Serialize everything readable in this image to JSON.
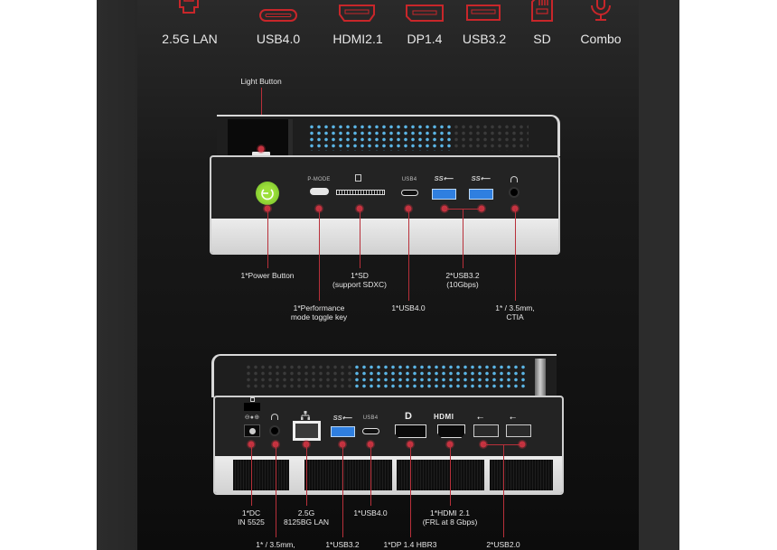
{
  "legend": {
    "items": [
      {
        "label": "2.5G LAN",
        "icon": "ethernet-port-icon"
      },
      {
        "label": "USB4.0",
        "icon": "usb-c-port-icon"
      },
      {
        "label": "HDMI2.1",
        "icon": "hdmi-port-icon"
      },
      {
        "label": "DP1.4",
        "icon": "displayport-icon"
      },
      {
        "label": "USB3.2",
        "icon": "usb-a-port-icon"
      },
      {
        "label": "SD",
        "icon": "sd-card-icon"
      },
      {
        "label": "Combo",
        "icon": "microphone-icon"
      }
    ],
    "accent_color": "#c8262a"
  },
  "front": {
    "light_button_label": "Light Button",
    "port_markings": {
      "pmode": "P-MODE",
      "usb4": "USB4",
      "ss1": "SS⟵",
      "ss2": "SS⟵"
    },
    "annotations": {
      "power": "1*Power Button",
      "performance_1": "1*Performance",
      "performance_2": "mode toggle key",
      "sd_1": "1*SD",
      "sd_2": "(support SDXC)",
      "usb4": "1*USB4.0",
      "usb32_1": "2*USB3.2",
      "usb32_2": "(10Gbps)",
      "audio_1": "1* / 3.5mm,",
      "audio_2": "CTIA"
    }
  },
  "rear": {
    "port_markings": {
      "dc": "⊖●⊕",
      "ss": "SS⟵",
      "usb4": "USB4",
      "dp": "D",
      "hdmi": "HDMI"
    },
    "annotations": {
      "dc_1": "1*DC",
      "dc_2": "IN 5525",
      "lan_1": "2.5G",
      "lan_2": "8125BG LAN",
      "usb4": "1*USB4.0",
      "hdmi_1": "1*HDMI 2.1",
      "hdmi_2": "(FRL at 8 Gbps)",
      "audio": "1* / 3.5mm,",
      "usb32": "1*USB3.2",
      "dp": "1*DP 1.4 HBR3",
      "usb20": "2*USB2.0"
    }
  }
}
